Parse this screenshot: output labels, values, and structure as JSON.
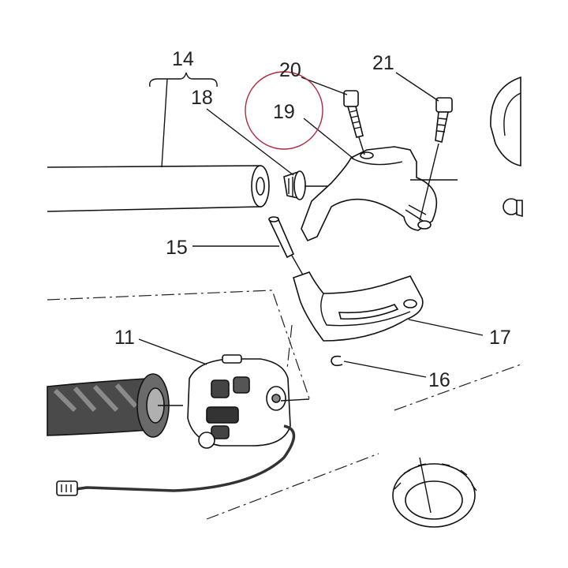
{
  "diagram": {
    "callouts": {
      "c11": "11",
      "c14": "14",
      "c15": "15",
      "c16": "16",
      "c17": "17",
      "c18": "18",
      "c19": "19",
      "c20": "20",
      "c21": "21"
    },
    "highlight": {
      "target": "19",
      "color": "#b02a3c"
    },
    "colors": {
      "line": "#111111",
      "grip_dark": "#4a4a4a",
      "grip_light": "#8a8a8a",
      "cable": "#333333"
    }
  }
}
